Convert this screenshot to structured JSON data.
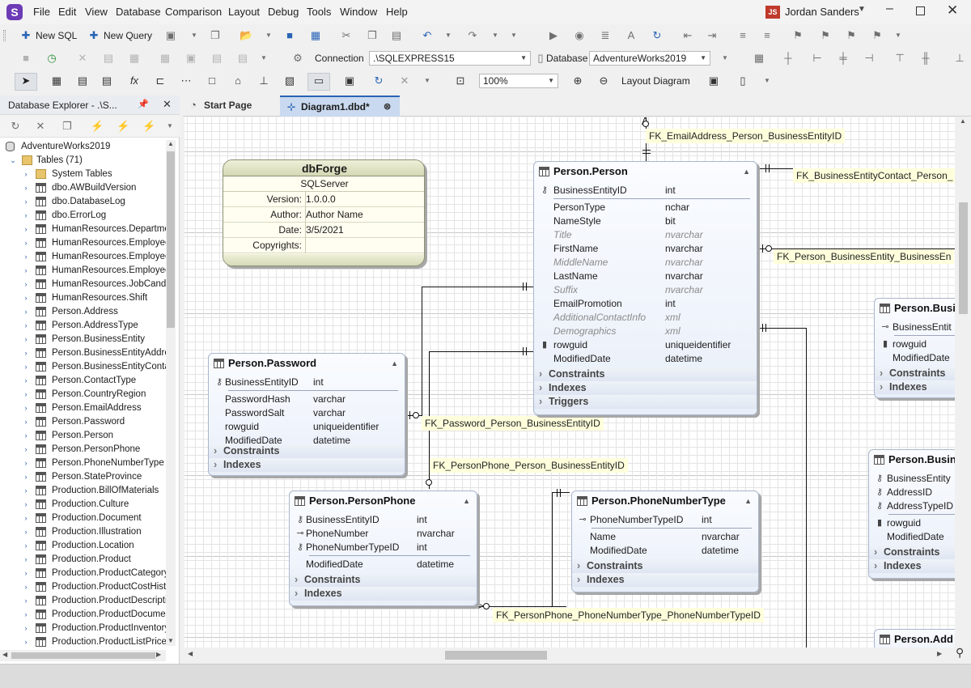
{
  "app": {
    "logo_text": "S",
    "menu": [
      "File",
      "Edit",
      "View",
      "Database",
      "Comparison",
      "Layout",
      "Debug",
      "Tools",
      "Window",
      "Help"
    ],
    "user_initials": "JS",
    "user_name": "Jordan Sanders",
    "accent_color": "#6d3bb6"
  },
  "toolbar": {
    "new_sql": "New SQL",
    "new_query": "New Query",
    "connection_label": "Connection",
    "connection_value": ".\\SQLEXPRESS15",
    "database_label": "Database",
    "database_value": "AdventureWorks2019",
    "zoom_value": "100%",
    "layout_diagram": "Layout Diagram"
  },
  "explorer": {
    "title": "Database Explorer - .\\S...",
    "root": "AdventureWorks2019",
    "tables_node": "Tables (71)",
    "items": [
      "System Tables",
      "dbo.AWBuildVersion",
      "dbo.DatabaseLog",
      "dbo.ErrorLog",
      "HumanResources.Departmen",
      "HumanResources.Employee",
      "HumanResources.EmployeeD",
      "HumanResources.EmployeeP",
      "HumanResources.JobCandida",
      "HumanResources.Shift",
      "Person.Address",
      "Person.AddressType",
      "Person.BusinessEntity",
      "Person.BusinessEntityAddres",
      "Person.BusinessEntityContac",
      "Person.ContactType",
      "Person.CountryRegion",
      "Person.EmailAddress",
      "Person.Password",
      "Person.Person",
      "Person.PersonPhone",
      "Person.PhoneNumberType",
      "Person.StateProvince",
      "Production.BillOfMaterials",
      "Production.Culture",
      "Production.Document",
      "Production.Illustration",
      "Production.Location",
      "Production.Product",
      "Production.ProductCategory",
      "Production.ProductCostHistor",
      "Production.ProductDescriptio",
      "Production.ProductDocument",
      "Production.ProductInventory",
      "Production.ProductListPriceHi"
    ]
  },
  "tabs": {
    "start_page": "Start Page",
    "diagram": "Diagram1.dbd*"
  },
  "stamp": {
    "title": "dbForge",
    "subtitle": "SQLServer",
    "rows": [
      {
        "label": "Version:",
        "value": "1.0.0.0"
      },
      {
        "label": "Author:",
        "value": "Author Name"
      },
      {
        "label": "Date:",
        "value": "3/5/2021"
      },
      {
        "label": "Copyrights:",
        "value": ""
      }
    ]
  },
  "entities": {
    "person": {
      "title": "Person.Person",
      "fields": [
        {
          "name": "BusinessEntityID",
          "type": "int"
        },
        {
          "name": "PersonType",
          "type": "nchar"
        },
        {
          "name": "NameStyle",
          "type": "bit"
        },
        {
          "name": "Title",
          "type": "nvarchar"
        },
        {
          "name": "FirstName",
          "type": "nvarchar"
        },
        {
          "name": "MiddleName",
          "type": "nvarchar"
        },
        {
          "name": "LastName",
          "type": "nvarchar"
        },
        {
          "name": "Suffix",
          "type": "nvarchar"
        },
        {
          "name": "EmailPromotion",
          "type": "int"
        },
        {
          "name": "AdditionalContactInfo",
          "type": "xml"
        },
        {
          "name": "Demographics",
          "type": "xml"
        },
        {
          "name": "rowguid",
          "type": "uniqueidentifier"
        },
        {
          "name": "ModifiedDate",
          "type": "datetime"
        }
      ],
      "sections": [
        "Constraints",
        "Indexes",
        "Triggers"
      ]
    },
    "password": {
      "title": "Person.Password",
      "fields": [
        {
          "name": "BusinessEntityID",
          "type": "int"
        },
        {
          "name": "PasswordHash",
          "type": "varchar"
        },
        {
          "name": "PasswordSalt",
          "type": "varchar"
        },
        {
          "name": "rowguid",
          "type": "uniqueidentifier"
        },
        {
          "name": "ModifiedDate",
          "type": "datetime"
        }
      ],
      "sections": [
        "Constraints",
        "Indexes"
      ]
    },
    "personphone": {
      "title": "Person.PersonPhone",
      "fields": [
        {
          "name": "BusinessEntityID",
          "type": "int"
        },
        {
          "name": "PhoneNumber",
          "type": "nvarchar"
        },
        {
          "name": "PhoneNumberTypeID",
          "type": "int"
        },
        {
          "name": "ModifiedDate",
          "type": "datetime"
        }
      ],
      "sections": [
        "Constraints",
        "Indexes"
      ]
    },
    "phonenumbertype": {
      "title": "Person.PhoneNumberType",
      "fields": [
        {
          "name": "PhoneNumberTypeID",
          "type": "int"
        },
        {
          "name": "Name",
          "type": "nvarchar"
        },
        {
          "name": "ModifiedDate",
          "type": "datetime"
        }
      ],
      "sections": [
        "Constraints",
        "Indexes"
      ]
    },
    "busi1": {
      "title": "Person.Busi",
      "fields": [
        {
          "name": "BusinessEntit",
          "type": ""
        },
        {
          "name": "rowguid",
          "type": ""
        },
        {
          "name": "ModifiedDate",
          "type": ""
        }
      ],
      "sections": [
        "Constraints",
        "Indexes"
      ]
    },
    "busi2": {
      "title": "Person.Busin",
      "fields": [
        {
          "name": "BusinessEntity",
          "type": ""
        },
        {
          "name": "AddressID",
          "type": ""
        },
        {
          "name": "AddressTypeID",
          "type": ""
        },
        {
          "name": "rowguid",
          "type": ""
        },
        {
          "name": "ModifiedDate",
          "type": ""
        }
      ],
      "sections": [
        "Constraints",
        "Indexes"
      ]
    },
    "address": {
      "title": "Person.Add"
    }
  },
  "fks": {
    "email": "FK_EmailAddress_Person_BusinessEntityID",
    "bec": "FK_BusinessEntityContact_Person_",
    "pbe": "FK_Person_BusinessEntity_BusinessEn",
    "password": "FK_Password_Person_BusinessEntityID",
    "phone": "FK_PersonPhone_Person_BusinessEntityID",
    "phonetype": "FK_PersonPhone_PhoneNumberType_PhoneNumberTypeID"
  }
}
